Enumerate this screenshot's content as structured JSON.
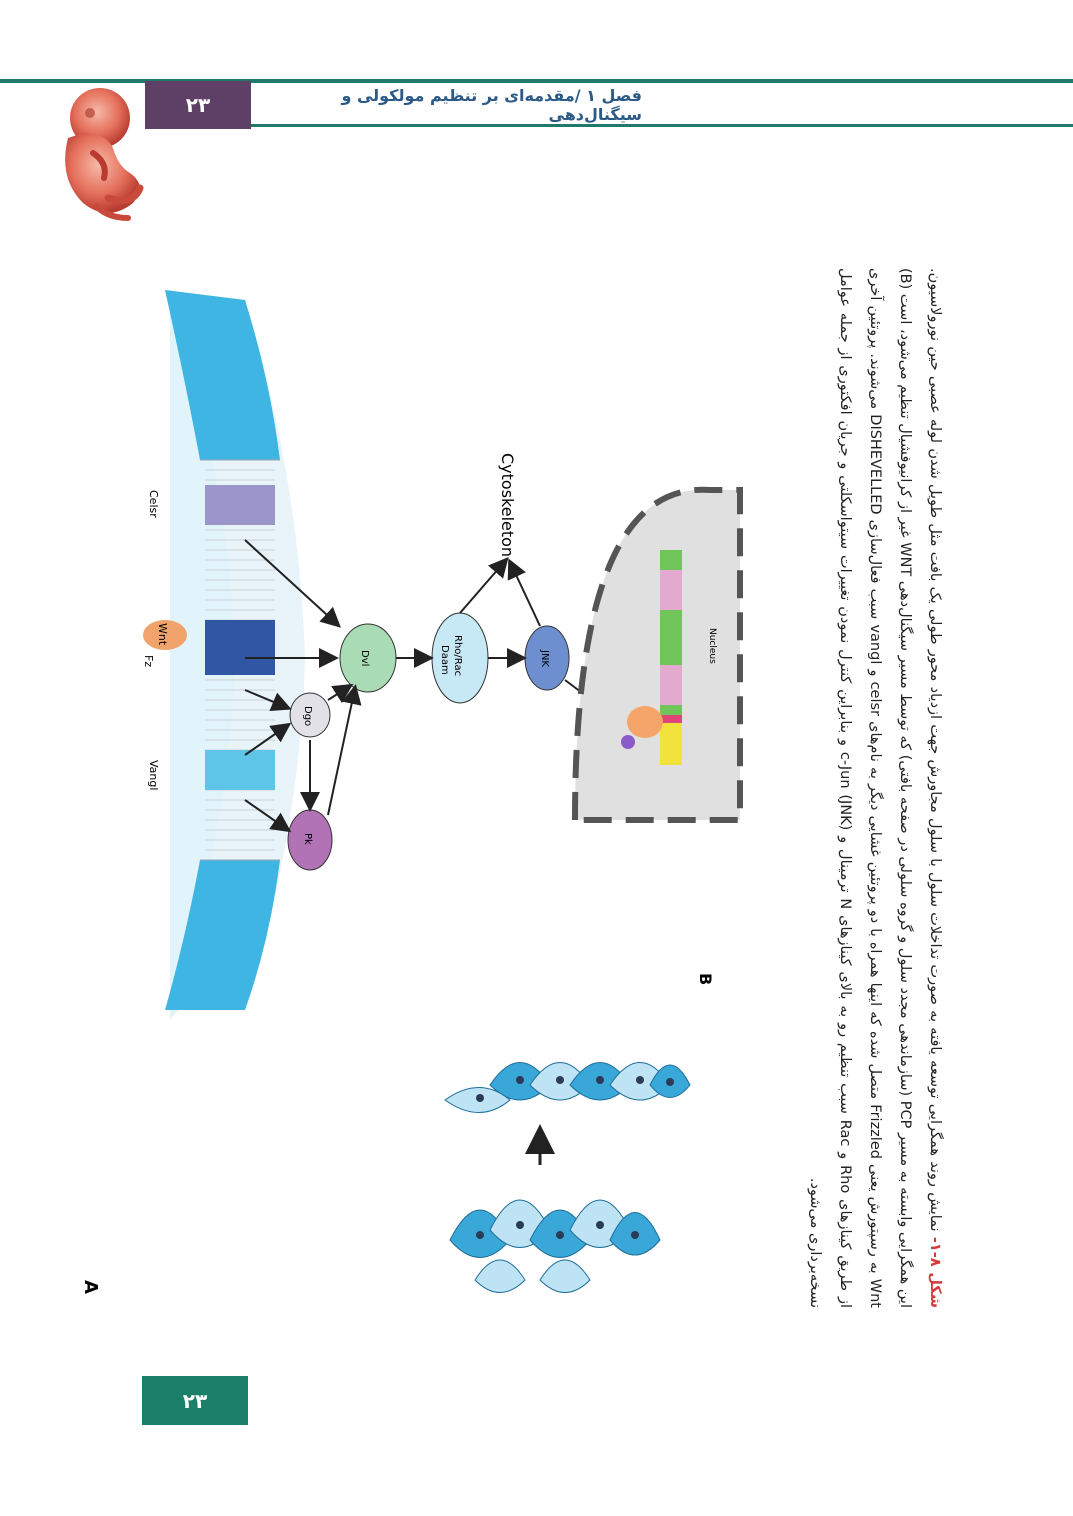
{
  "header": {
    "page_number": "۲۳",
    "running_title": "فصل ۱ /مقدمه‌ای بر تنظیم مولکولی و سیگنال‌دهی"
  },
  "footer": {
    "page_number": "۲۳"
  },
  "figure": {
    "panel_a_label": "A",
    "panel_b_label": "B",
    "labels": {
      "vangl": "Vangl",
      "fz": "Fz",
      "wnt": "Wnt",
      "celsr": "Celsr",
      "dgo": "Dgo",
      "pk": "Pk",
      "dvl": "Dvl",
      "rho": "Rho/Rac",
      "daam": "Daam",
      "jnk": "JNK",
      "cytoskeleton": "Cytoskeleton",
      "nucleus": "Nucleus"
    }
  },
  "caption": {
    "label": "شکل ۸-۱-",
    "text": " نمایش روند همگرایی توسعه یافته به صورت تداخلات سلول با سلول مجاورش جهت ازدیاد محور طولی یک بافت مثل طویل شدن لوله عصبی حین نورولاسیون. این همگرایی وابسته به مسیر PCP (سازماندهی مجدد سلول و گروه سلولی در صفحه بافتی) که توسط مسیر سیگنال‌دهی WNT غیر از کرانیوفشیال تنظیم می‌شود، است (B) Wnt به رسپتورش یعنی Frizzled متصل شده که اینها همراه با دو پروتئین غشایی دیگر به نام‌های celsr و vangl سبب فعال‌سازی DISHEVELLED می‌شوند. پروتئین آخری از طریق کینازهای Rho و Rac سبب تنظیم رو به بالای کینازهای N ترمینال و c-Jun (JNK) و بنابراین کنترل نمودن تغییرات سیتواسکلتی و جریان افکتوری از جمله عوامل نسخه‌برداری می‌شود."
  }
}
